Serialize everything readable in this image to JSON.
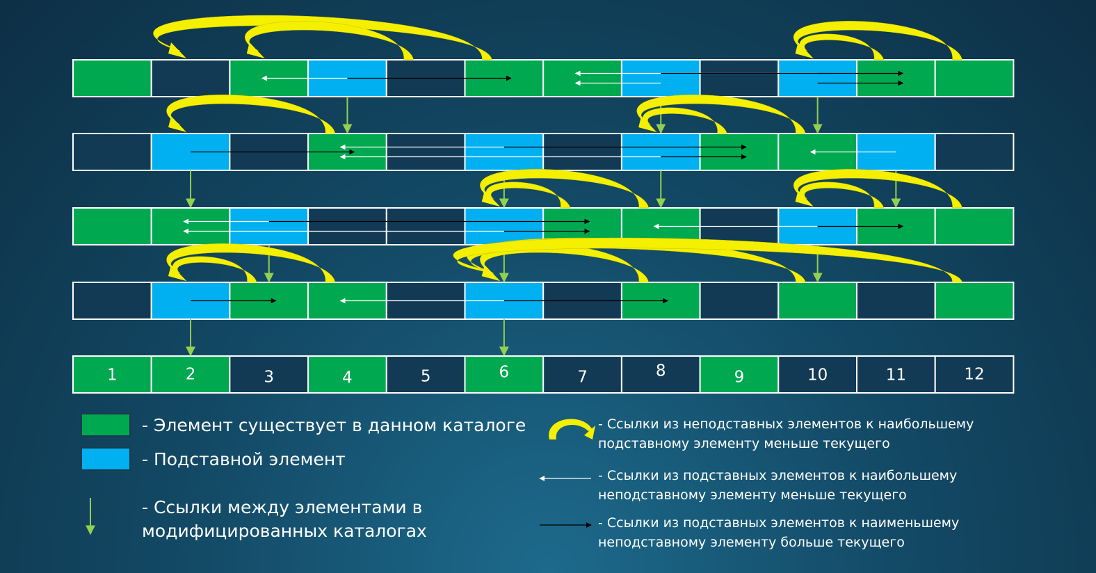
{
  "colors": {
    "green": "#00a94f",
    "blue": "#00b0f0",
    "empty": "#123a55",
    "border": "#ffffff",
    "yellow": "#f5f000",
    "link_green": "#92d050",
    "link_white": "#ffffff",
    "link_black": "#000000"
  },
  "rows": [
    [
      "g",
      "e",
      "g",
      "b",
      "e",
      "g",
      "g",
      "b",
      "e",
      "b",
      "g",
      "g"
    ],
    [
      "e",
      "b",
      "e",
      "g",
      "e",
      "b",
      "e",
      "b",
      "g",
      "g",
      "b",
      "e"
    ],
    [
      "g",
      "g",
      "b",
      "e",
      "e",
      "b",
      "g",
      "g",
      "e",
      "b",
      "g",
      "g"
    ],
    [
      "e",
      "b",
      "g",
      "g",
      "e",
      "b",
      "e",
      "g",
      "e",
      "g",
      "e",
      "g"
    ],
    [
      "g",
      "g",
      "e",
      "g",
      "e",
      "g",
      "e",
      "e",
      "g",
      "e",
      "e",
      "e"
    ]
  ],
  "cell_labels": [
    "1",
    "2",
    "3",
    "4",
    "5",
    "6",
    "7",
    "8",
    "9",
    "10",
    "11",
    "12"
  ],
  "links": {
    "yellow_arcs": [
      {
        "row": 0,
        "from": 6,
        "to": 2
      },
      {
        "row": 0,
        "from": 5,
        "to": 3
      },
      {
        "row": 0,
        "from": 12,
        "to": 10
      },
      {
        "row": 0,
        "from": 11,
        "to": 10
      },
      {
        "row": 1,
        "from": 4,
        "to": 2
      },
      {
        "row": 1,
        "from": 9,
        "to": 8
      },
      {
        "row": 1,
        "from": 10,
        "to": 8
      },
      {
        "row": 2,
        "from": 7,
        "to": 6
      },
      {
        "row": 2,
        "from": 8,
        "to": 6
      },
      {
        "row": 2,
        "from": 11,
        "to": 10
      },
      {
        "row": 2,
        "from": 12,
        "to": 10
      },
      {
        "row": 3,
        "from": 3,
        "to": 2
      },
      {
        "row": 3,
        "from": 4,
        "to": 2
      },
      {
        "row": 3,
        "from": 8,
        "to": 6
      },
      {
        "row": 3,
        "from": 10,
        "to": 6
      },
      {
        "row": 3,
        "from": 12,
        "to": 6
      }
    ],
    "white_arrows": [
      {
        "row": 0,
        "from": 4,
        "to": 3,
        "lane": 0
      },
      {
        "row": 0,
        "from": 10,
        "to": 7,
        "lane": -1
      },
      {
        "row": 0,
        "from": 8,
        "to": 7,
        "lane": 1
      },
      {
        "row": 1,
        "from": 6,
        "to": 4,
        "lane": -1
      },
      {
        "row": 1,
        "from": 8,
        "to": 4,
        "lane": 1
      },
      {
        "row": 1,
        "from": 11,
        "to": 10,
        "lane": 0
      },
      {
        "row": 2,
        "from": 3,
        "to": 2,
        "lane": -1
      },
      {
        "row": 2,
        "from": 6,
        "to": 2,
        "lane": 1
      },
      {
        "row": 2,
        "from": 10,
        "to": 8,
        "lane": 0
      },
      {
        "row": 3,
        "from": 6,
        "to": 4,
        "lane": 0
      }
    ],
    "black_arrows": [
      {
        "row": 0,
        "from": 4,
        "to": 6,
        "lane": 0
      },
      {
        "row": 0,
        "from": 8,
        "to": 11,
        "lane": -1
      },
      {
        "row": 0,
        "from": 10,
        "to": 11,
        "lane": 1
      },
      {
        "row": 1,
        "from": 2,
        "to": 4,
        "lane": 0
      },
      {
        "row": 1,
        "from": 6,
        "to": 9,
        "lane": -1
      },
      {
        "row": 1,
        "from": 8,
        "to": 9,
        "lane": 1
      },
      {
        "row": 2,
        "from": 3,
        "to": 7,
        "lane": -1
      },
      {
        "row": 2,
        "from": 6,
        "to": 7,
        "lane": 1
      },
      {
        "row": 2,
        "from": 10,
        "to": 11,
        "lane": 0
      },
      {
        "row": 3,
        "from": 2,
        "to": 3,
        "lane": 0
      },
      {
        "row": 3,
        "from": 6,
        "to": 8,
        "lane": 0
      }
    ],
    "green_down": [
      {
        "row": 0,
        "col": 4
      },
      {
        "row": 0,
        "col": 8
      },
      {
        "row": 0,
        "col": 10
      },
      {
        "row": 1,
        "col": 2
      },
      {
        "row": 1,
        "col": 6
      },
      {
        "row": 1,
        "col": 8
      },
      {
        "row": 1,
        "col": 11
      },
      {
        "row": 2,
        "col": 3
      },
      {
        "row": 2,
        "col": 6
      },
      {
        "row": 2,
        "col": 10
      },
      {
        "row": 3,
        "col": 2
      },
      {
        "row": 3,
        "col": 6
      }
    ]
  },
  "legend": {
    "green_text": "- Элемент существует в данном каталоге",
    "blue_text": "- Подставной элемент",
    "green_link_text": "- Ссылки между элементами в\nмодифицированных каталогах",
    "yellow_text": "- Ссылки из неподставных элементов к наибольшему\nподставному элементу меньше текущего",
    "white_text": "- Ссылки из подставных элементов к наибольшему\nнеподставному элементу меньше текущего",
    "black_text": "- Ссылки из подставных элементов к наименьшему\nнеподставному элементу больше текущего"
  }
}
